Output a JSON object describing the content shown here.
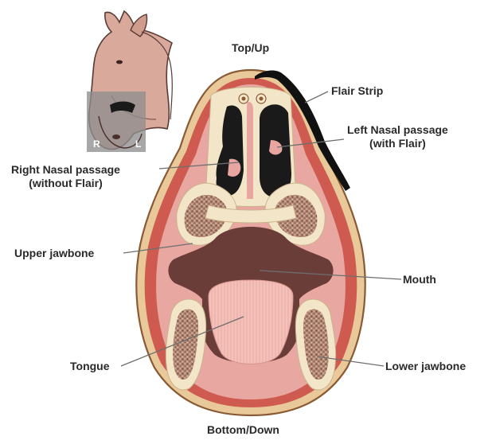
{
  "labels": {
    "top": "Top/Up",
    "bottom": "Bottom/Down",
    "flair_strip": "Flair Strip",
    "left_nasal_line1": "Left Nasal passage",
    "left_nasal_line2": "(with Flair)",
    "right_nasal_line1": "Right Nasal passage",
    "right_nasal_line2": "(without Flair)",
    "upper_jawbone": "Upper jawbone",
    "mouth": "Mouth",
    "tongue": "Tongue",
    "lower_jawbone": "Lower jawbone"
  },
  "inset": {
    "right_marker": "R",
    "left_marker": "L"
  },
  "colors": {
    "outer_skin": "#e9c99a",
    "muscle": "#cf5b50",
    "tissue": "#e8a7a1",
    "bone": "#f3e6c8",
    "marrow": "#a67866",
    "mouth_cavity": "#6b3d38",
    "tongue": "#f1b9b3",
    "airway": "#1a1a1a",
    "flair_strip": "#111111",
    "horse_coat": "#d9a99b",
    "inset_box": "#8e8e8e"
  }
}
